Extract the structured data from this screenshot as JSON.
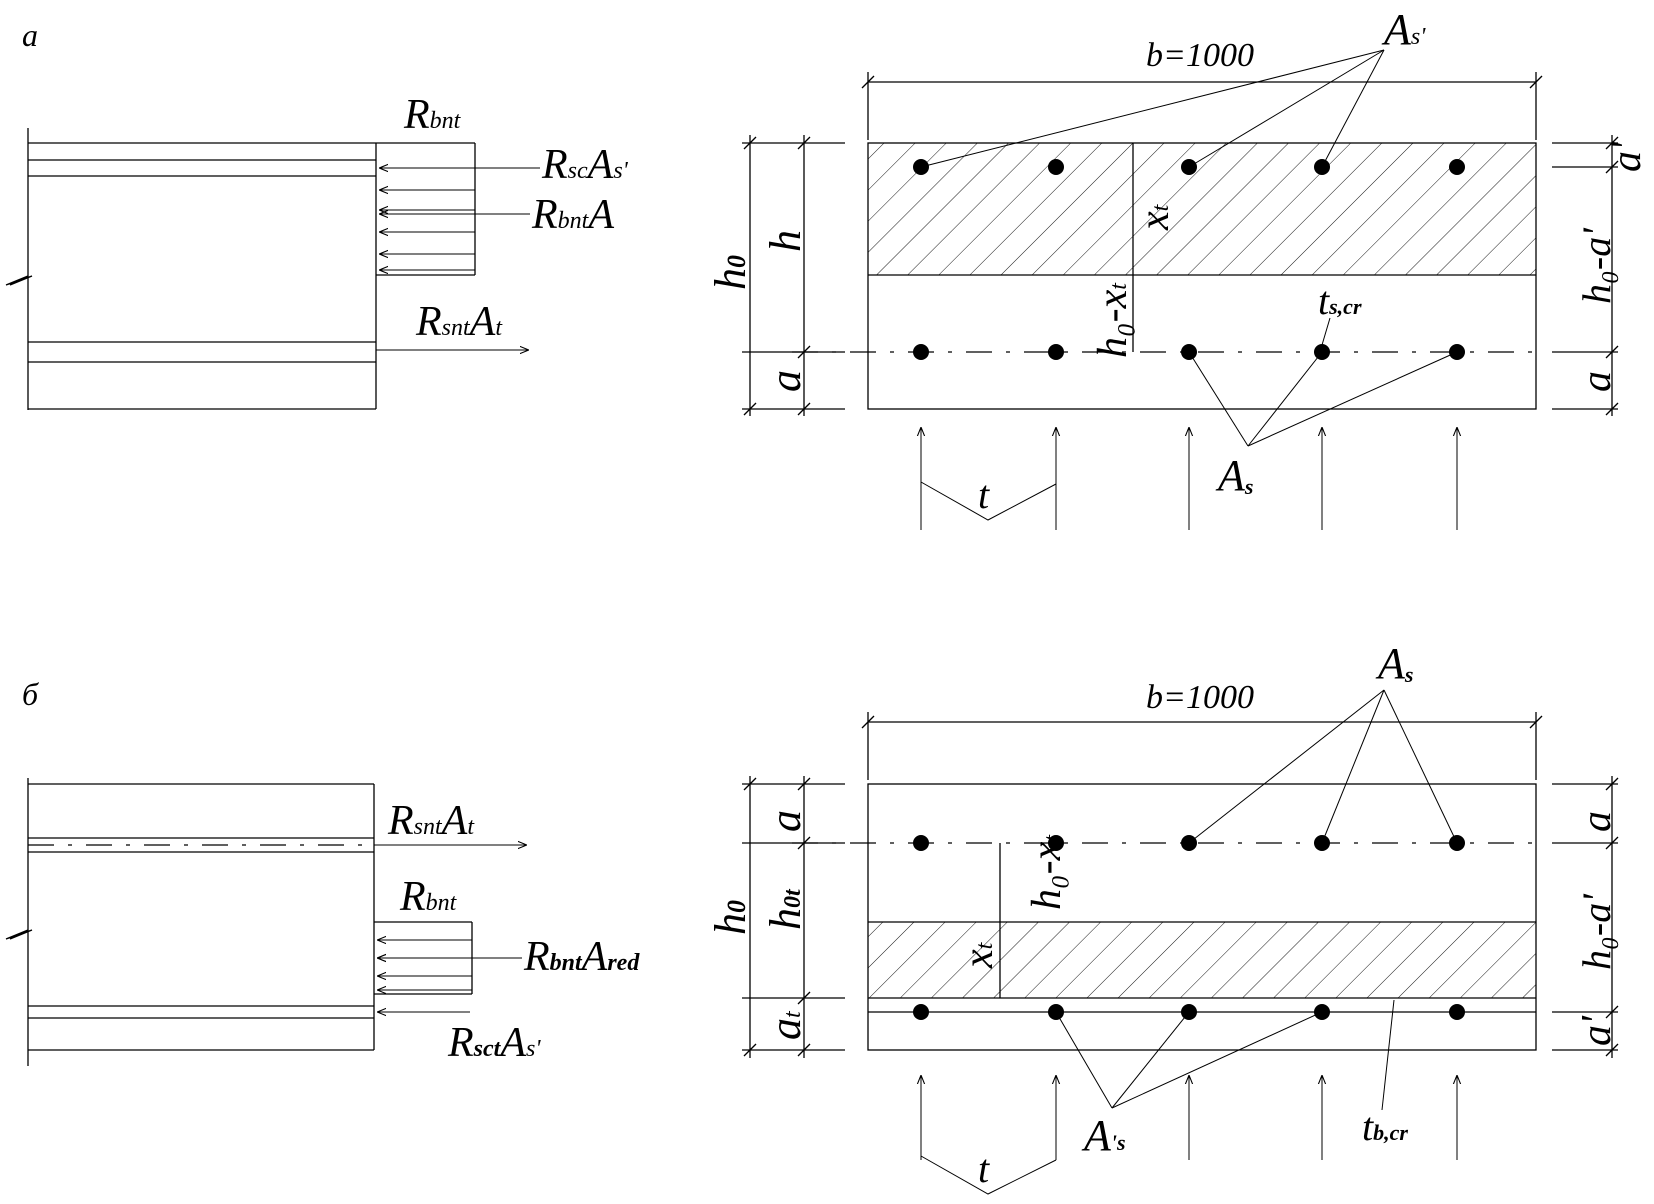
{
  "panel_a": {
    "letter": "а",
    "width_label": "b=1000",
    "labels": {
      "R": "R",
      "bnt": "bnt",
      "sc": "sc",
      "snt": "snt",
      "A": "A",
      "s": "s",
      "s_prime": "s'",
      "As_prime": "A",
      "prime": "'",
      "h0": "h",
      "h0_sub": "0",
      "h": "h",
      "a": "a",
      "a_prime": "a'",
      "h0_minus_a": "h₀-a'",
      "h0_minus_xt": "h₀-x",
      "xt": "x",
      "t_sub": "t",
      "ts_cr": "t",
      "ts_cr_sub": "s,cr",
      "As": "A",
      "t": "t"
    }
  },
  "panel_b": {
    "letter": "б",
    "width_label": "b=1000",
    "labels": {
      "red": "red",
      "sct": "sct",
      "h0t": "h",
      "h0t_sub": "0t",
      "at": "a",
      "at_sub": "t",
      "tb_cr": "t",
      "tb_cr_sub": "b,cr",
      "As_prime": "A",
      "s_prime": "'s"
    }
  }
}
